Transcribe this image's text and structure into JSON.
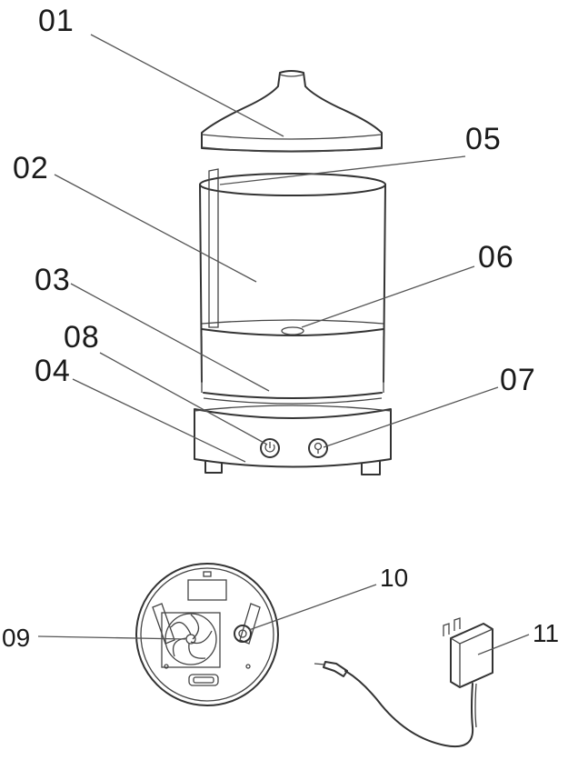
{
  "labels": {
    "p01": "01",
    "p02": "02",
    "p03": "03",
    "p04": "04",
    "p05": "05",
    "p06": "06",
    "p07": "07",
    "p08": "08",
    "p09": "09",
    "p10": "10",
    "p11": "11"
  },
  "colors": {
    "line": "#333333",
    "label": "#1a1a1a",
    "background": "#ffffff"
  },
  "icons": {
    "power_button": "power-icon",
    "light_button": "light-icon",
    "fan": "fan-icon",
    "plug": "plug-icon"
  }
}
